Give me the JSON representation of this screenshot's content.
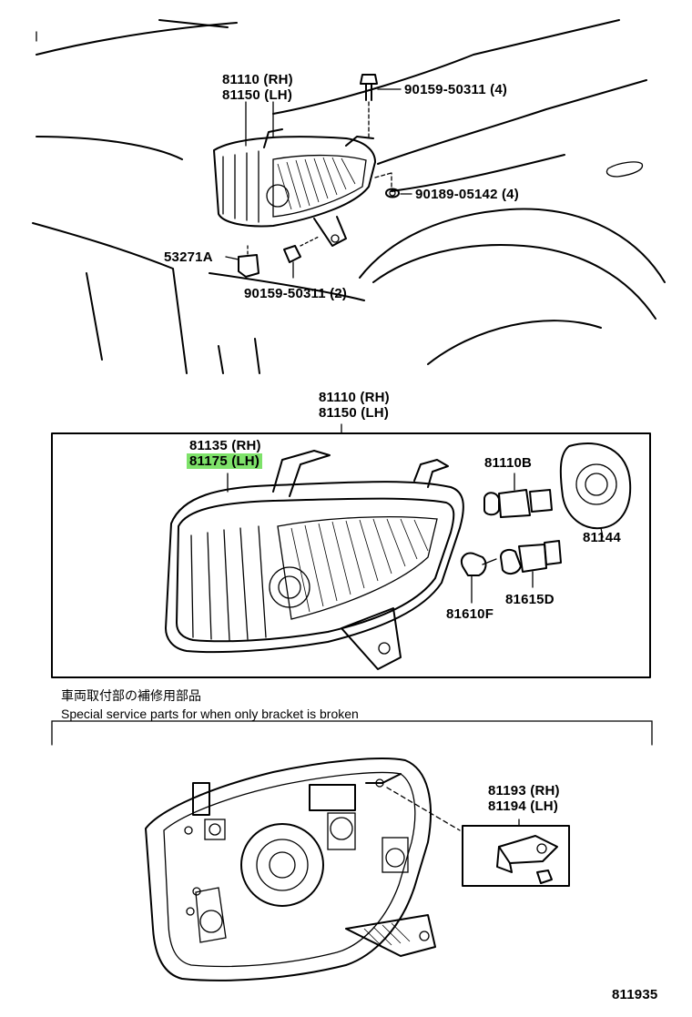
{
  "top_view": {
    "labels": {
      "assembly_rh": "81110 (RH)",
      "assembly_lh": "81150 (LH)",
      "bolt_top": "90159-50311 (4)",
      "nut": "90189-05142 (4)",
      "clip": "53271A",
      "bolt_bottom": "90159-50311 (2)"
    }
  },
  "detail_view": {
    "labels": {
      "assembly_rh": "81110 (RH)",
      "assembly_lh": "81150 (LH)",
      "lens_rh": "81135 (RH)",
      "lens_lh": "81175 (LH)",
      "bulb_head": "81110B",
      "socket_cover": "81144",
      "bulb_side": "81610F",
      "socket_side": "81615D"
    },
    "highlight_color": "#7ee26a"
  },
  "bracket_section": {
    "title_jp": "車両取付部の補修用部品",
    "title_en": "Special service parts for when only bracket is broken",
    "labels": {
      "bracket_rh": "81193 (RH)",
      "bracket_lh": "81194 (LH)"
    }
  },
  "figure_number": "811935"
}
